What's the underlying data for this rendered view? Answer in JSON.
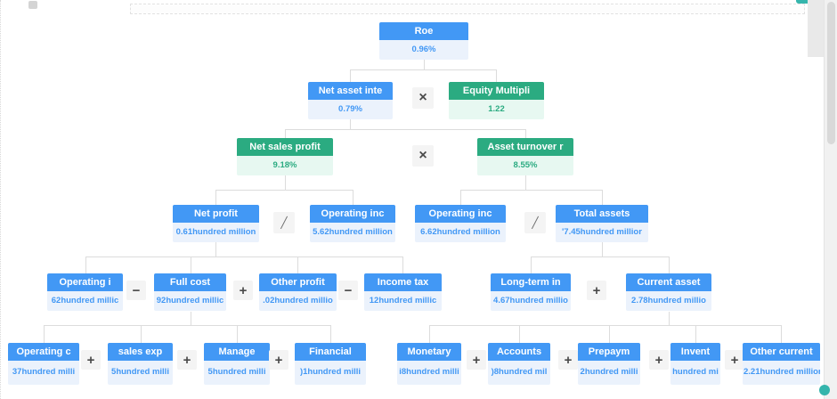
{
  "colors": {
    "blue": "#4298f5",
    "blue_bg": "#ebf2fc",
    "green": "#2bab81",
    "green_bg": "#e7f8f1",
    "operator_bg": "#f4f4f4",
    "line": "#dcdcdc",
    "teal_accent": "#35b5ac"
  },
  "ops": {
    "multiply": "×",
    "divide": "╱",
    "plus": "+",
    "minus": "−"
  },
  "nodes": {
    "roe": {
      "label": "Roe",
      "value": "0.96%"
    },
    "net_asset_inte": {
      "label": "Net asset inte",
      "value": "0.79%"
    },
    "equity_multipli": {
      "label": "Equity Multipli",
      "value": "1.22"
    },
    "net_sales_profit": {
      "label": "Net sales profit",
      "value": "9.18%"
    },
    "asset_turnover": {
      "label": "Asset turnover r",
      "value": "8.55%"
    },
    "net_profit": {
      "label": "Net profit",
      "value": "0.61hundred million"
    },
    "operating_inc1": {
      "label": "Operating inc",
      "value": "5.62hundred million"
    },
    "operating_inc2": {
      "label": "Operating inc",
      "value": "6.62hundred million"
    },
    "total_assets": {
      "label": "Total assets",
      "value": "'7.45hundred millior"
    },
    "operating_i": {
      "label": "Operating i",
      "value": "62hundred millic"
    },
    "full_cost": {
      "label": "Full cost",
      "value": "92hundred millic"
    },
    "other_profit": {
      "label": "Other profit",
      "value": ".02hundred millio"
    },
    "income_tax": {
      "label": "Income tax",
      "value": "12hundred millic"
    },
    "long_term": {
      "label": "Long-term in",
      "value": "4.67hundred millio"
    },
    "current_asset": {
      "label": "Current asset",
      "value": "2.78hundred millio"
    },
    "operating_c": {
      "label": "Operating c",
      "value": "37hundred milli"
    },
    "sales_exp": {
      "label": "sales exp",
      "value": "5hundred milli"
    },
    "manage": {
      "label": "Manage",
      "value": "5hundred milli"
    },
    "financial": {
      "label": "Financial",
      "value": ")1hundred milli"
    },
    "monetary": {
      "label": "Monetary",
      "value": "i8hundred milli"
    },
    "accounts": {
      "label": "Accounts",
      "value": ")8hundred mil"
    },
    "prepaym": {
      "label": "Prepaym",
      "value": "2hundred milli"
    },
    "invent": {
      "label": "Invent",
      "value": "hundred mi"
    },
    "other_current": {
      "label": "Other current",
      "value": "2.21hundred millior"
    }
  }
}
